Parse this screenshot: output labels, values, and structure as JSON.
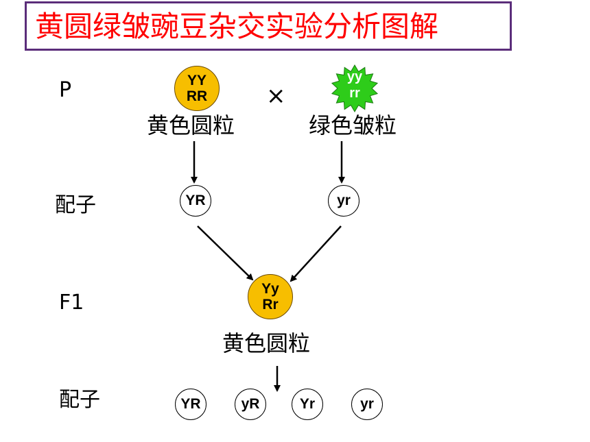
{
  "title": "黄圆绿皱豌豆杂交实验分析图解",
  "generations": {
    "p": "P",
    "gamete1": "配子",
    "f1": "F1",
    "gamete2": "配子"
  },
  "parents": {
    "left": {
      "top": "YY",
      "bottom": "RR",
      "phenotype": "黄色圆粒",
      "color": "#f7be00"
    },
    "cross_symbol": "×",
    "right": {
      "top": "yy",
      "bottom": "rr",
      "phenotype": "绿色皱粒",
      "color": "#2ecc1a"
    }
  },
  "p_gametes": {
    "left": "YR",
    "right": "yr"
  },
  "f1": {
    "top": "Yy",
    "bottom": "Rr",
    "phenotype": "黄色圆粒",
    "color": "#f7be00"
  },
  "f1_gametes": [
    "YR",
    "yR",
    "Yr",
    "yr"
  ]
}
